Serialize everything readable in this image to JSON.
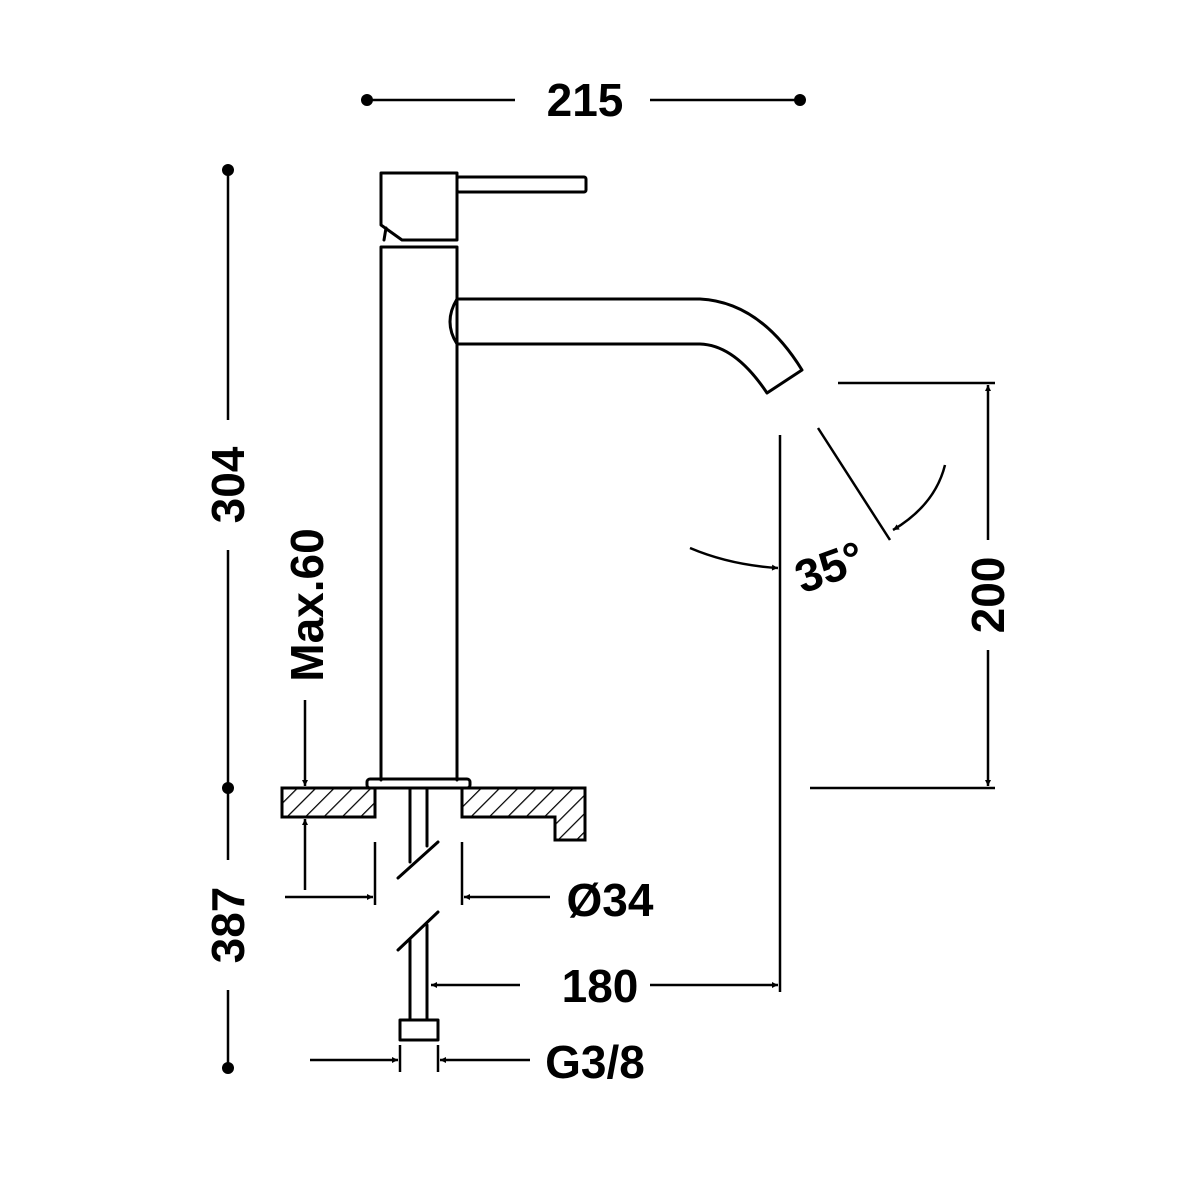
{
  "dimensions": {
    "width_total": "215",
    "height_above": "304",
    "height_below": "387",
    "max_deck": "Max.60",
    "hole_diameter": "Ø34",
    "spout_reach": "180",
    "spout_height": "200",
    "spout_angle": "35°",
    "connection": "G3/8"
  },
  "colors": {
    "line": "#000000",
    "background": "#ffffff"
  }
}
